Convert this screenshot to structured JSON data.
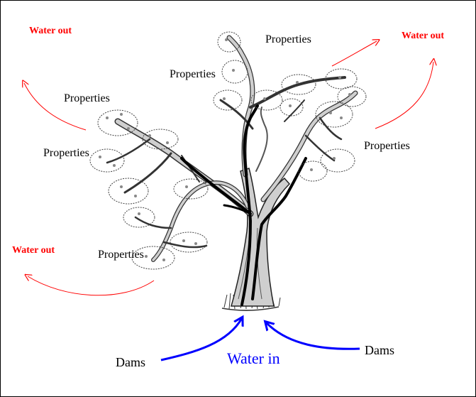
{
  "colors": {
    "background": "#ffffff",
    "text": "#000000",
    "water_out": "#ff0000",
    "water_in": "#0000ff",
    "tree_outline": "#222222",
    "tree_fill": "#cfcfcf",
    "xylem": "#000000"
  },
  "labels": {
    "properties": [
      "Properties",
      "Properties",
      "Properties",
      "Properties",
      "Properties",
      "Properties"
    ],
    "water_out": [
      "Water out",
      "Water out",
      "Water out"
    ],
    "dams": [
      "Dams",
      "Dams"
    ],
    "water_in": "Water in"
  }
}
